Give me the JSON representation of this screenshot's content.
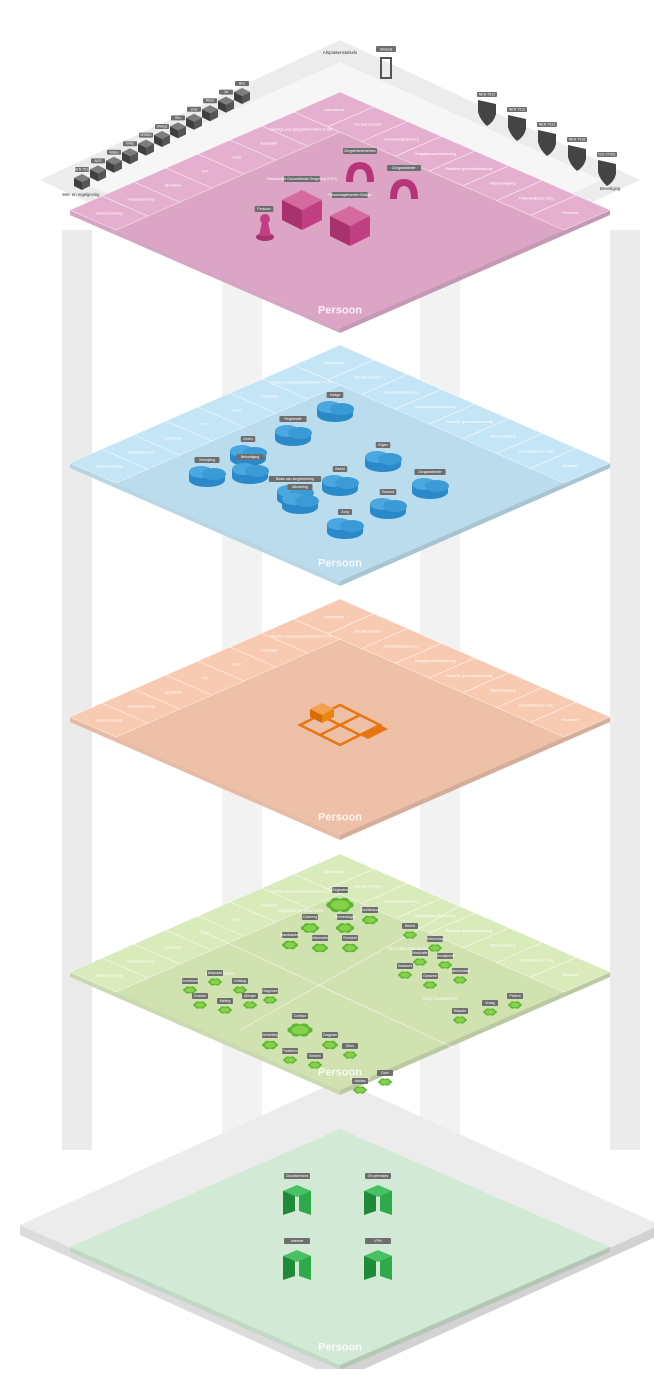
{
  "frame": {
    "top_label": "Afsprakenstelsels",
    "top_tag": "Stelsels",
    "left_label": "Wet- en regelgeving",
    "right_label": "Beveiliging",
    "left_tags": [
      "NEN 7510",
      "AVG",
      "Wabo",
      "Wbp",
      "WGBO",
      "Wkkgz",
      "Wlz",
      "Zvw",
      "Wmo",
      "Jw",
      "BIG"
    ],
    "right_tags": [
      "NEN 7510",
      "NEN 7512",
      "NEN 7513",
      "NEN 7516",
      "ISO 27001"
    ]
  },
  "ring_labels": [
    "Overige overgangsbehoeften in Zvt",
    "Eerstelijn",
    "GGZ",
    "VVT",
    "Apotheek",
    "Huisartsenzorg",
    "Ziekenhuiszorg",
    "Laboratoria",
    "Sociaal domein",
    "Gehandicaptenzorg",
    "Jeugdgezondheidszorg",
    "Publieke gezondheidszorg",
    "Wijkverpleging",
    "Paramedische zorg",
    "Farmacie"
  ],
  "layers": [
    {
      "title": "Persoon",
      "color": "#e3a9cc",
      "items": [
        "Persoon",
        "Persoonlijke Gezondheids Omgeving (PGO)",
        "Zorgaanbieder",
        "Persoonsgebonden Budget",
        "Zorgverlenerbeheer"
      ]
    },
    {
      "title": "Persoon",
      "color": "#bfe3f4",
      "items": [
        "Inzage",
        "Registratie",
        "Delen",
        "Verwijzing",
        "Eigen",
        "Beeld",
        "Basis van zorgverlening",
        "Zorgaanbieder",
        "Gezond",
        "Zorg",
        "Uitvoering",
        "Bekostiging"
      ]
    },
    {
      "title": "Persoon",
      "color": "#f7c5aa",
      "items": []
    },
    {
      "title": "Persoon",
      "color": "#d6e9b5",
      "items": [
        "Gegevens",
        "Codering",
        "Terminologie",
        "Architectuur",
        "Standaarden",
        "Informatie",
        "Eenheid",
        "Beleid",
        "Ketenzorg",
        "Medicatie",
        "Verwijsbrief",
        "Labresultaat",
        "Basisset",
        "Opname",
        "Overdracht",
        "Afspraak",
        "Ontslag",
        "Dossier",
        "Meting",
        "Allergie",
        "Diagnose",
        "Contact",
        "Verrichting",
        "Zorgplan",
        "Probleem",
        "Bericht",
        "Bron",
        "Waarde",
        "Vraag",
        "Patient",
        "Advies",
        "Doel"
      ],
      "clusters": [
        "Gegevens en informatie",
        "Informatie standaarden",
        "Zorg informatie",
        "Apps",
        "Zorg bouwstenen",
        "Web en UI"
      ]
    },
    {
      "title": "Persoon",
      "color": "#d0e9d3",
      "items": [
        "Cloudservices",
        "On premises",
        "Internet",
        "VPN"
      ]
    }
  ]
}
